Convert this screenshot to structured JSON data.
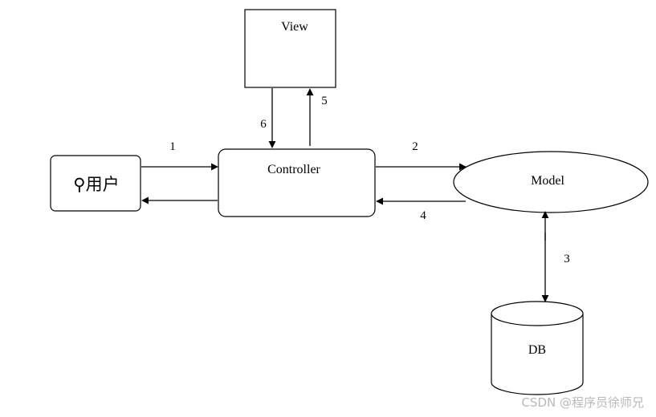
{
  "nodes": {
    "view": "View",
    "user": "⚲用户",
    "controller": "Controller",
    "model": "Model",
    "db": "DB"
  },
  "edges": {
    "user_to_controller": "1",
    "controller_to_model": "2",
    "model_db": "3",
    "model_to_controller": "4",
    "controller_to_view": "5",
    "view_to_controller": "6"
  },
  "watermark": "CSDN @程序员徐师兄"
}
